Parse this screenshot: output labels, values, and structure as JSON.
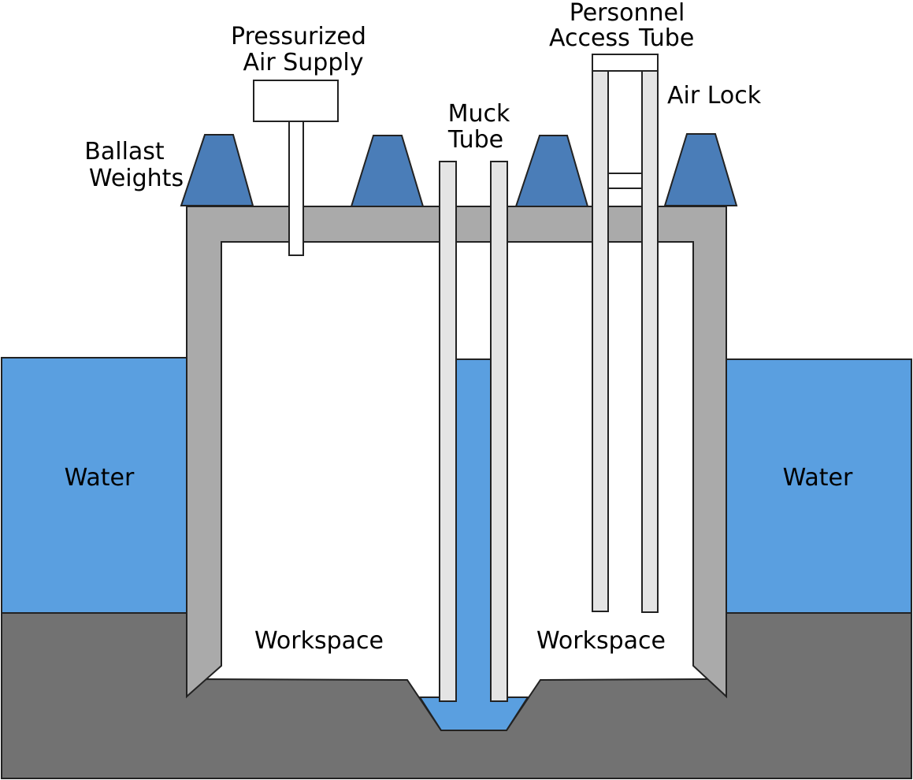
{
  "labels": {
    "pressurized_air_line1": "Pressurized",
    "pressurized_air_line2": "Air Supply",
    "personnel_line1": "Personnel",
    "personnel_line2a": "Access",
    "personnel_line2b": "Tube",
    "air_lock": "Air Lock",
    "muck_line1": "Muck",
    "muck_line2": "Tube",
    "ballast_line1": "Ballast",
    "ballast_line2": "Weights",
    "water_left": "Water",
    "water_right": "Water",
    "workspace_left": "Workspace",
    "workspace_right": "Workspace"
  },
  "colors": {
    "water": "#5a9fe0",
    "ground": "#727272",
    "caisson_wall": "#aaaaaa",
    "tube_fill": "#e4e4e4",
    "ballast": "#4a7db8",
    "outline": "#222222",
    "background": "#ffffff"
  }
}
